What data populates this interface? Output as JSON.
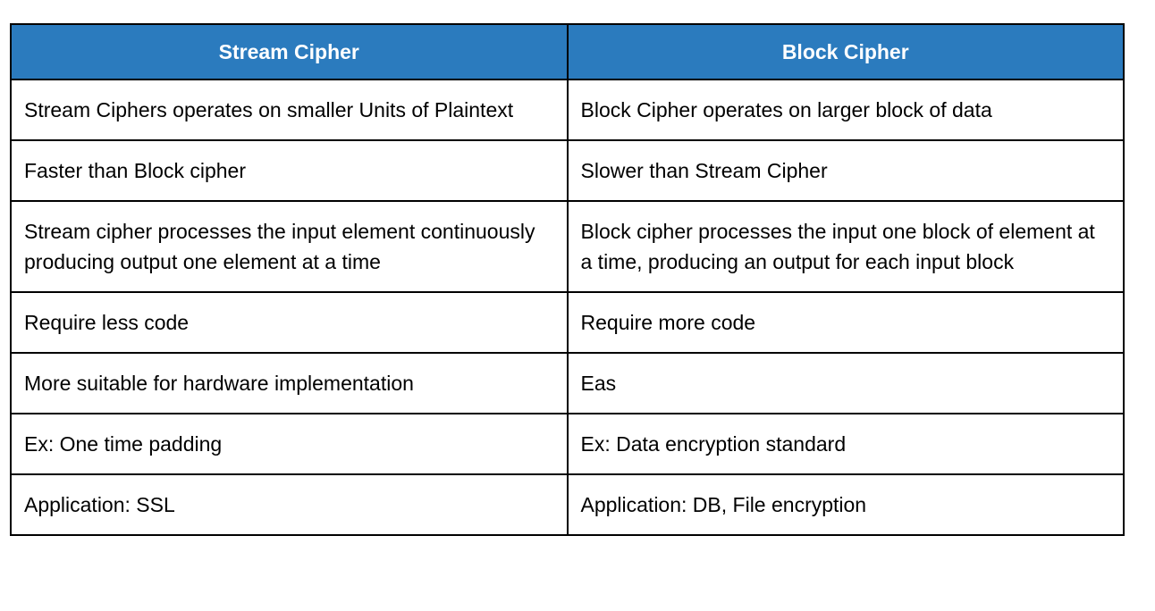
{
  "table": {
    "headers": {
      "stream": "Stream Cipher",
      "block": "Block Cipher"
    },
    "rows": [
      {
        "stream": "Stream Ciphers operates on smaller Units of Plaintext",
        "block": "Block Cipher operates on larger block of data"
      },
      {
        "stream": "Faster than Block cipher",
        "block": "Slower than Stream Cipher"
      },
      {
        "stream": "Stream cipher processes the input element continuously producing output one element at a time",
        "block": "Block cipher processes the input one block of element at a time, producing an output for each input block"
      },
      {
        "stream": "Require less code",
        "block": "Require more code"
      },
      {
        "stream": "More suitable for hardware implementation",
        "block": "Eas"
      },
      {
        "stream": "Ex: One time padding",
        "block": "Ex: Data encryption standard"
      },
      {
        "stream": "Application: SSL",
        "block": "Application: DB, File encryption"
      }
    ],
    "colors": {
      "header_background": "#2B7BBE",
      "header_text": "#FFFFFF",
      "border": "#000000",
      "cell_text": "#000000",
      "page_background": "#FFFFFF"
    }
  }
}
